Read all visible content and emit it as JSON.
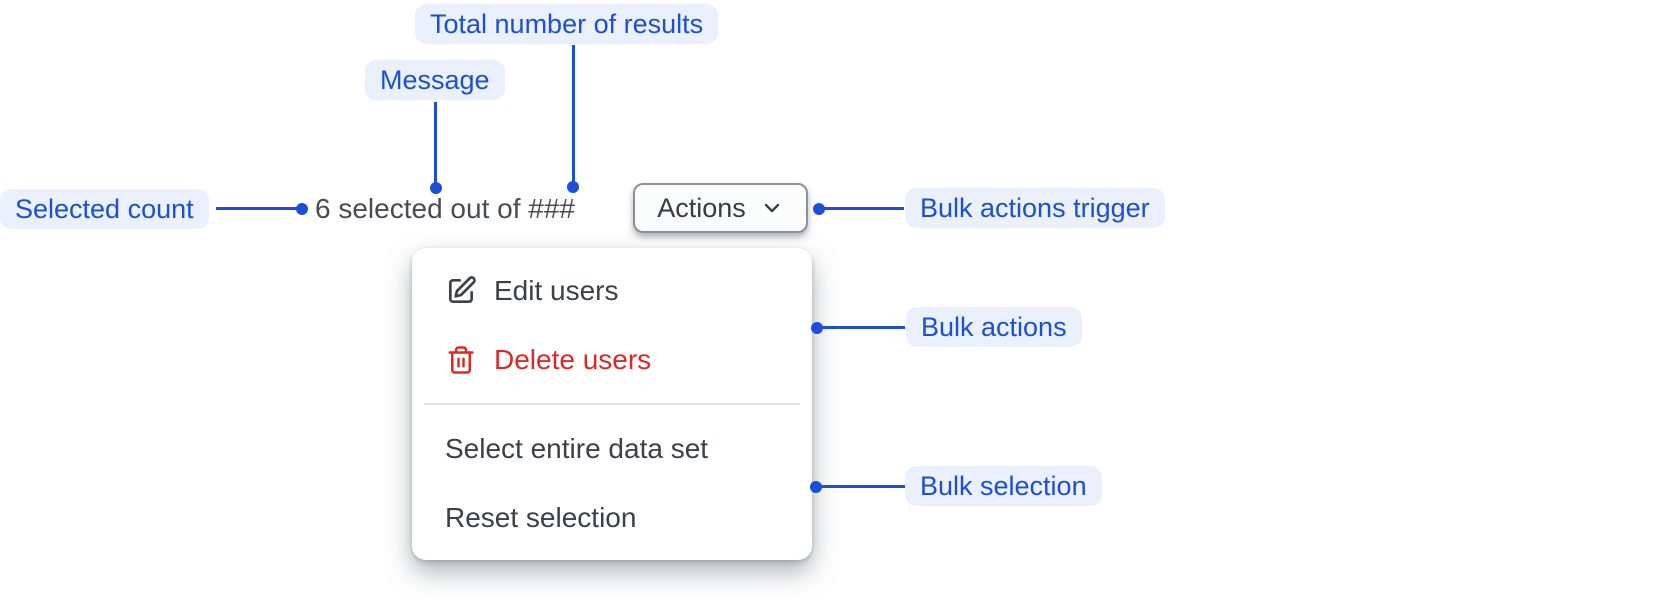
{
  "annotations": {
    "total_results": {
      "label": "Total number of results"
    },
    "message": {
      "label": "Message"
    },
    "selected_count": {
      "label": "Selected count"
    },
    "bulk_actions_trigger": {
      "label": "Bulk actions trigger"
    },
    "bulk_actions": {
      "label": "Bulk actions"
    },
    "bulk_selection": {
      "label": "Bulk selection"
    }
  },
  "selection_bar": {
    "message": "6 selected out of ###",
    "actions_button_label": "Actions",
    "actions_button_icon": "chevron-down-icon"
  },
  "bulk_actions_menu": {
    "actions": [
      {
        "label": "Edit users",
        "icon": "edit-icon",
        "danger": false
      },
      {
        "label": "Delete users",
        "icon": "trash-icon",
        "danger": true
      }
    ],
    "selection": [
      {
        "label": "Select entire data set"
      },
      {
        "label": "Reset selection"
      }
    ]
  },
  "colors": {
    "annotation_blue": "#1D4ED8",
    "annotation_background": "#EAF1FD",
    "danger_red": "#DF2825",
    "menu_text": "#3A4149",
    "message_text": "#474D55",
    "button_border": "#8A919C"
  }
}
